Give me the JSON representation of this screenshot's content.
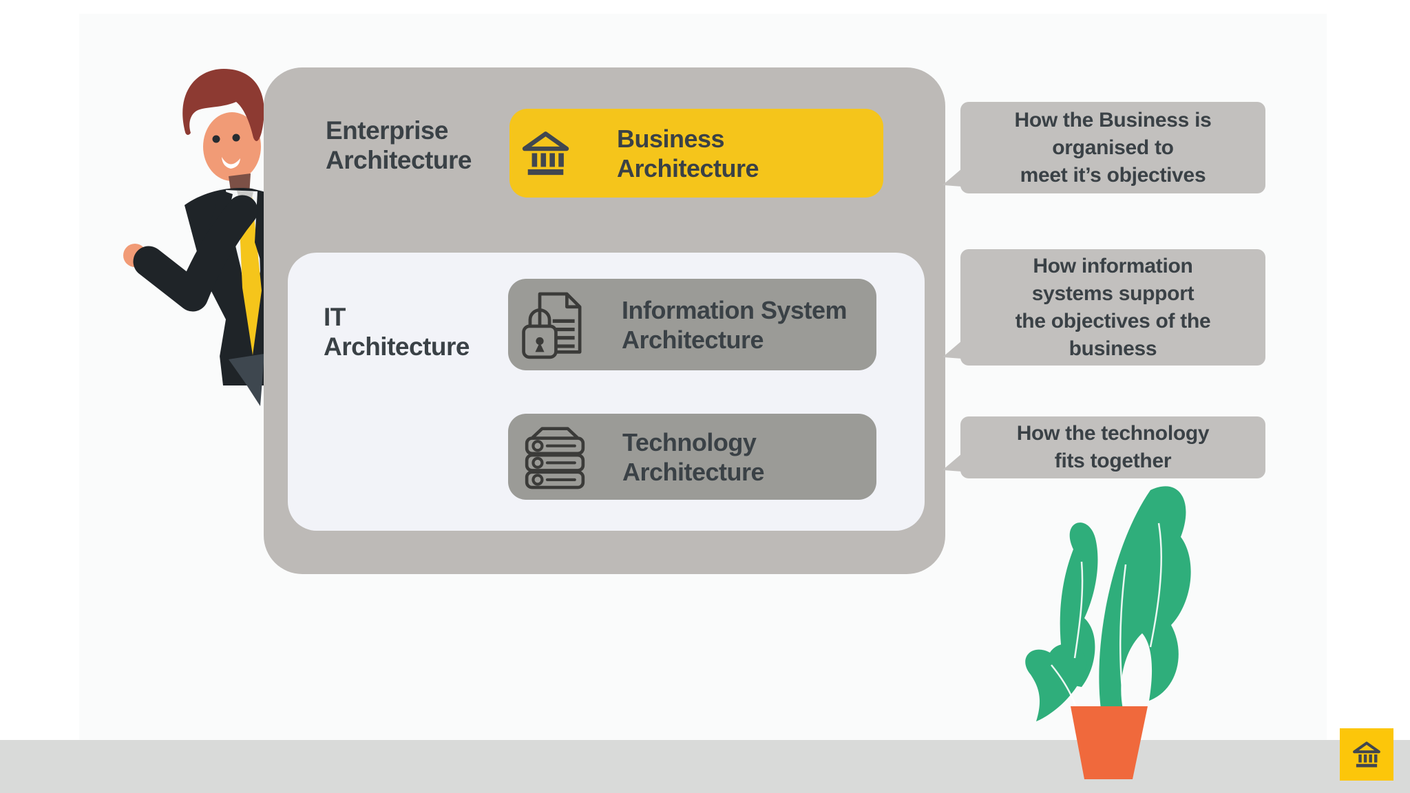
{
  "colors": {
    "accent_yellow": "#F5C51B",
    "panel_gray": "#BDBAB7",
    "box_gray": "#9B9B97",
    "bubble_gray": "#C2C0BE",
    "inner_panel_gray": "#F2F3F8",
    "text_dark": "#3A4146",
    "footer_gray": "#D9DAD9",
    "badge_yellow": "#FCC60A",
    "plant_green": "#2FAE7B",
    "pot_orange": "#F0693C"
  },
  "panel": {
    "enterprise_label": "Enterprise\nArchitecture",
    "business_box_label": "Business\nArchitecture",
    "it_label": "IT\nArchitecture",
    "information_box_label": "Information System\nArchitecture",
    "technology_box_label": "Technology\nArchitecture"
  },
  "callouts": [
    {
      "text": "How the Business is\norganised to\nmeet it’s objectives"
    },
    {
      "text": "How information\nsystems support\nthe objectives of the\nbusiness"
    },
    {
      "text": "How the technology\nfits together"
    }
  ],
  "icons": {
    "business": "bank-icon",
    "information": "secure-document-icon",
    "technology": "server-stack-icon",
    "badge": "bank-icon",
    "decorations": [
      "person-illustration",
      "plant-illustration"
    ]
  }
}
